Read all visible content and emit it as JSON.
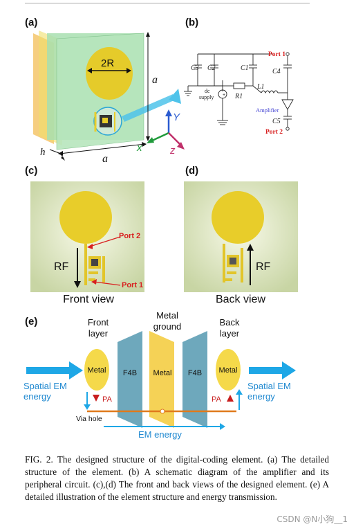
{
  "panels": {
    "a": {
      "label": "(a)",
      "dim_2R": "2R",
      "dim_a_vertical": "a",
      "dim_a_horizontal": "a",
      "dim_h": "h",
      "axis_y": "Y",
      "axis_x": "x",
      "axis_z": "z"
    },
    "b": {
      "label": "(b)",
      "c3": "C3",
      "c2": "C2",
      "c1": "C1",
      "c4": "C4",
      "c5": "C5",
      "r1": "R1",
      "l1": "L1",
      "port1": "Port 1",
      "port2": "Port 2",
      "dc_supply_line1": "dc",
      "dc_supply_line2": "supply",
      "amplifier": "Amplifier"
    },
    "c": {
      "label": "(c)",
      "port2": "Port 2",
      "port1": "Port 1",
      "rf": "RF",
      "view": "Front view"
    },
    "d": {
      "label": "(d)",
      "rf": "RF",
      "view": "Back view"
    },
    "e": {
      "label": "(e)",
      "front_layer_line1": "Front",
      "front_layer_line2": "layer",
      "metal_ground_line1": "Metal",
      "metal_ground_line2": "ground",
      "back_layer_line1": "Back",
      "back_layer_line2": "layer",
      "metal_left": "Metal",
      "f4b_left": "F4B",
      "metal_center": "Metal",
      "f4b_right": "F4B",
      "metal_right": "Metal",
      "spatial_in_line1": "Spatial EM",
      "spatial_in_line2": "energy",
      "spatial_out_line1": "Spatial EM",
      "spatial_out_line2": "energy",
      "pa_left": "PA",
      "pa_right": "PA",
      "via_hole": "Via hole",
      "em_energy": "EM energy"
    }
  },
  "caption": {
    "text": "FIG. 2.   The designed structure of the digital-coding element. (a) The detailed structure of the element. (b) A schematic diagram of the amplifier and its peripheral circuit. (c),(d) The front and back views of the designed element. (e) A detailed illustration of the element structure and energy transmission."
  },
  "watermark": "CSDN @N小狗__1",
  "colors": {
    "gold": "#e8cd2a",
    "light_gold": "#f5df6a",
    "blue_arrow": "#1ea7e6",
    "f4b_blue": "#6fa6b8",
    "red_port": "#d81f1f",
    "green_plate": "#9bd8a6",
    "board_bg": "#c9d6a8"
  }
}
